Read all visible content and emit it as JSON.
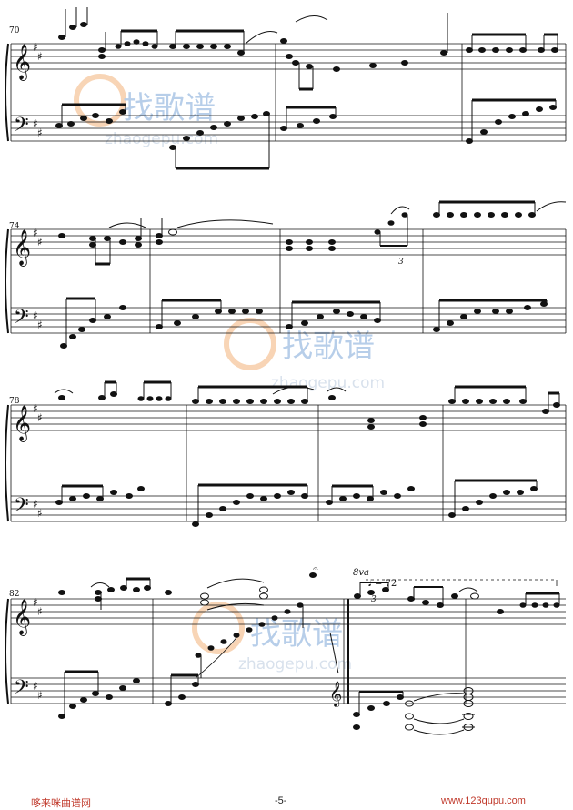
{
  "score": {
    "systems": [
      {
        "measure_number": "70"
      },
      {
        "measure_number": "74"
      },
      {
        "measure_number": "78"
      },
      {
        "measure_number": "82"
      }
    ],
    "tempo_marking": "= 72",
    "octave_marking": "8va",
    "triplet_marks": [
      "3",
      "3"
    ]
  },
  "watermarks": [
    {
      "brand": "找歌谱",
      "site": "zhaogepu.com"
    },
    {
      "brand": "找歌谱",
      "site": "zhaogepu.com"
    },
    {
      "brand": "找歌谱",
      "site": "zhaogepu.com"
    }
  ],
  "footer": {
    "left": "哆来咪曲谱网",
    "page": "-5-",
    "right": "www.123qupu.com"
  },
  "colors": {
    "ink": "#111111",
    "watermark_orange": "#f3b27a",
    "watermark_blue": "#7ea7d8",
    "footer_red": "#c0392b"
  }
}
